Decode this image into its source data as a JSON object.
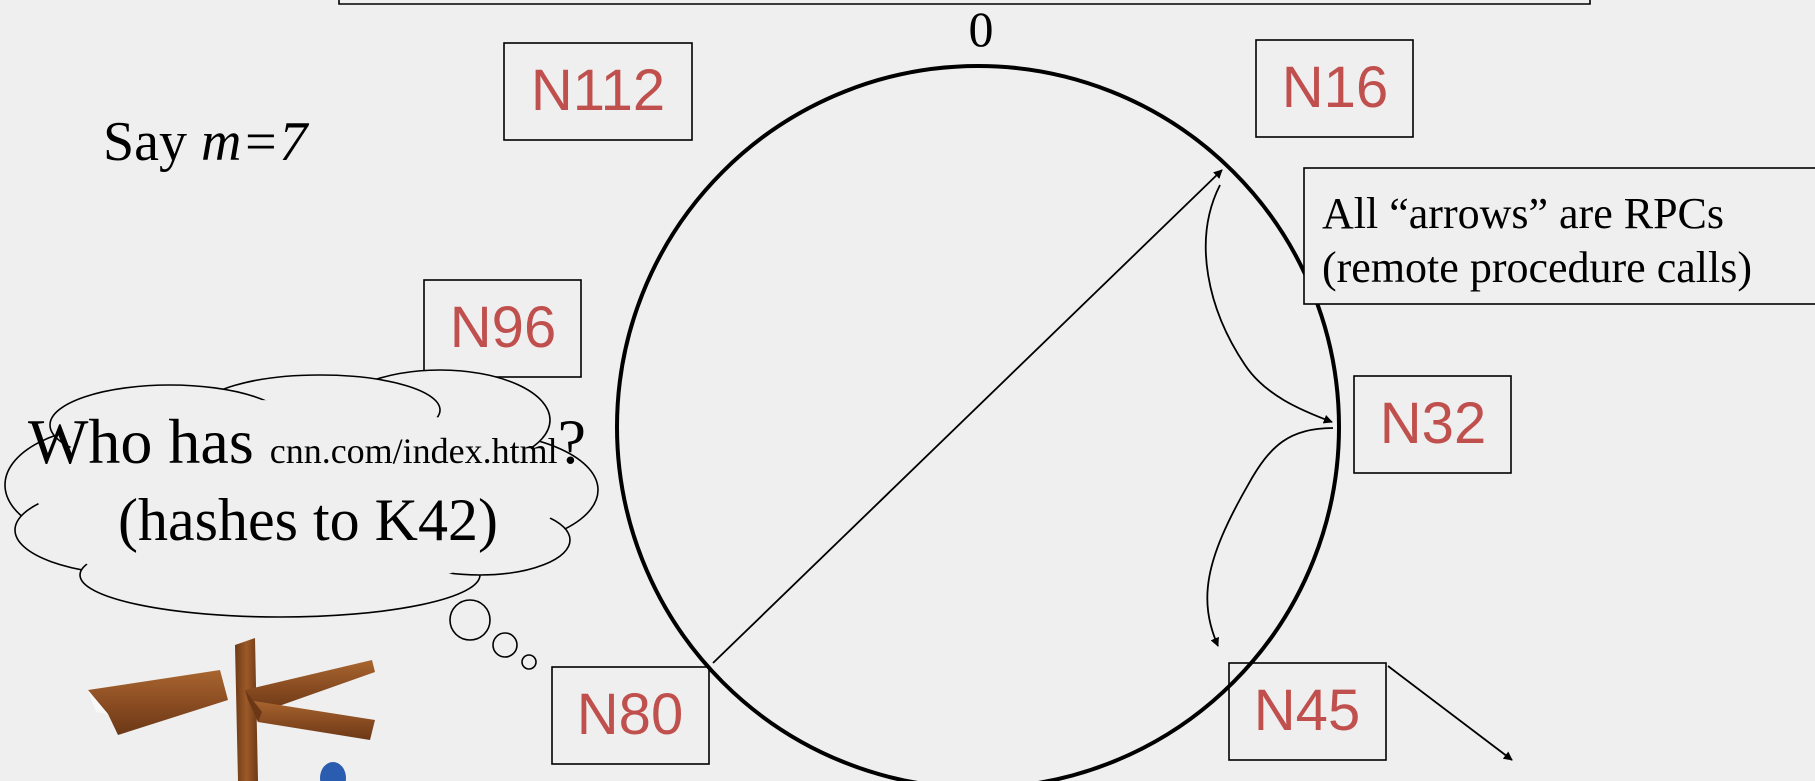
{
  "diagram": {
    "ring_zero_label": "0",
    "param_prefix": "Say ",
    "param_symbol": "m",
    "param_value": "=7",
    "nodes": [
      {
        "id": "N112"
      },
      {
        "id": "N16"
      },
      {
        "id": "N96"
      },
      {
        "id": "N32"
      },
      {
        "id": "N80"
      },
      {
        "id": "N45"
      }
    ],
    "note": {
      "line1_pre": "All ",
      "line1_quoted": "“arrows”",
      "line1_post": " are RPCs",
      "line2": "(remote procedure calls)"
    },
    "thought": {
      "line1_pre": "Who has ",
      "line1_url": "cnn.com/index.html",
      "line1_post": "?",
      "line2": "(hashes to K42)"
    },
    "colors": {
      "background": "#efefef",
      "node_text": "#c0504d",
      "ring": "#000000",
      "signpost_wood": "#8b4d22",
      "figure_blue": "#2a5db0"
    },
    "icons": [
      "signpost-icon",
      "person-icon"
    ]
  }
}
